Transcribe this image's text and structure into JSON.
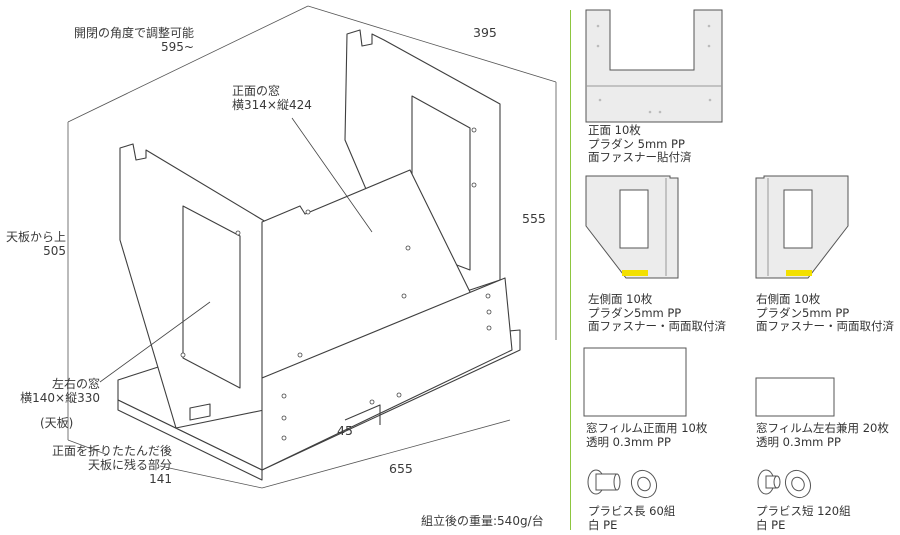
{
  "left": {
    "angle_note": {
      "line1": "開閉の角度で調整可能",
      "line2": "595~"
    },
    "dim_top_right": "395",
    "front_window": {
      "line1": "正面の窓",
      "line2": "横314×縦424"
    },
    "dim_height": "555",
    "top_to_board": {
      "line1": "天板から上",
      "line2": "505"
    },
    "side_window": {
      "line1": "左右の窓",
      "line2": "横140×縦330"
    },
    "board_label": "(天板)",
    "dim_45": "45",
    "fold_note": {
      "line1": "正面を折りたたんだ後",
      "line2": "天板に残る部分",
      "line3": "141"
    },
    "dim_width": "655",
    "weight": "組立後の重量:540g/台"
  },
  "parts": {
    "front": {
      "line1": "正面 10枚",
      "line2": "プラダン 5mm PP",
      "line3": "面ファスナー貼付済"
    },
    "left_side": {
      "line1": "左側面 10枚",
      "line2": "プラダン5mm PP",
      "line3": "面ファスナー・両面取付済"
    },
    "right_side": {
      "line1": "右側面 10枚",
      "line2": "プラダン5mm PP",
      "line3": "面ファスナー・両面取付済"
    },
    "film_front": {
      "line1": "窓フィルム正面用 10枚",
      "line2": "透明 0.3mm PP"
    },
    "film_side": {
      "line1": "窓フィルム左右兼用 20枚",
      "line2": "透明 0.3mm PP"
    },
    "rivet_long": {
      "line1": "プラビス長 60組",
      "line2": "白 PE"
    },
    "rivet_short": {
      "line1": "プラビス短 120組",
      "line2": "白 PE"
    }
  },
  "colors": {
    "divider": "#8dc63f",
    "tape": "#f3e000",
    "line": "#4a4a4a",
    "panel_fill": "#ececec"
  }
}
